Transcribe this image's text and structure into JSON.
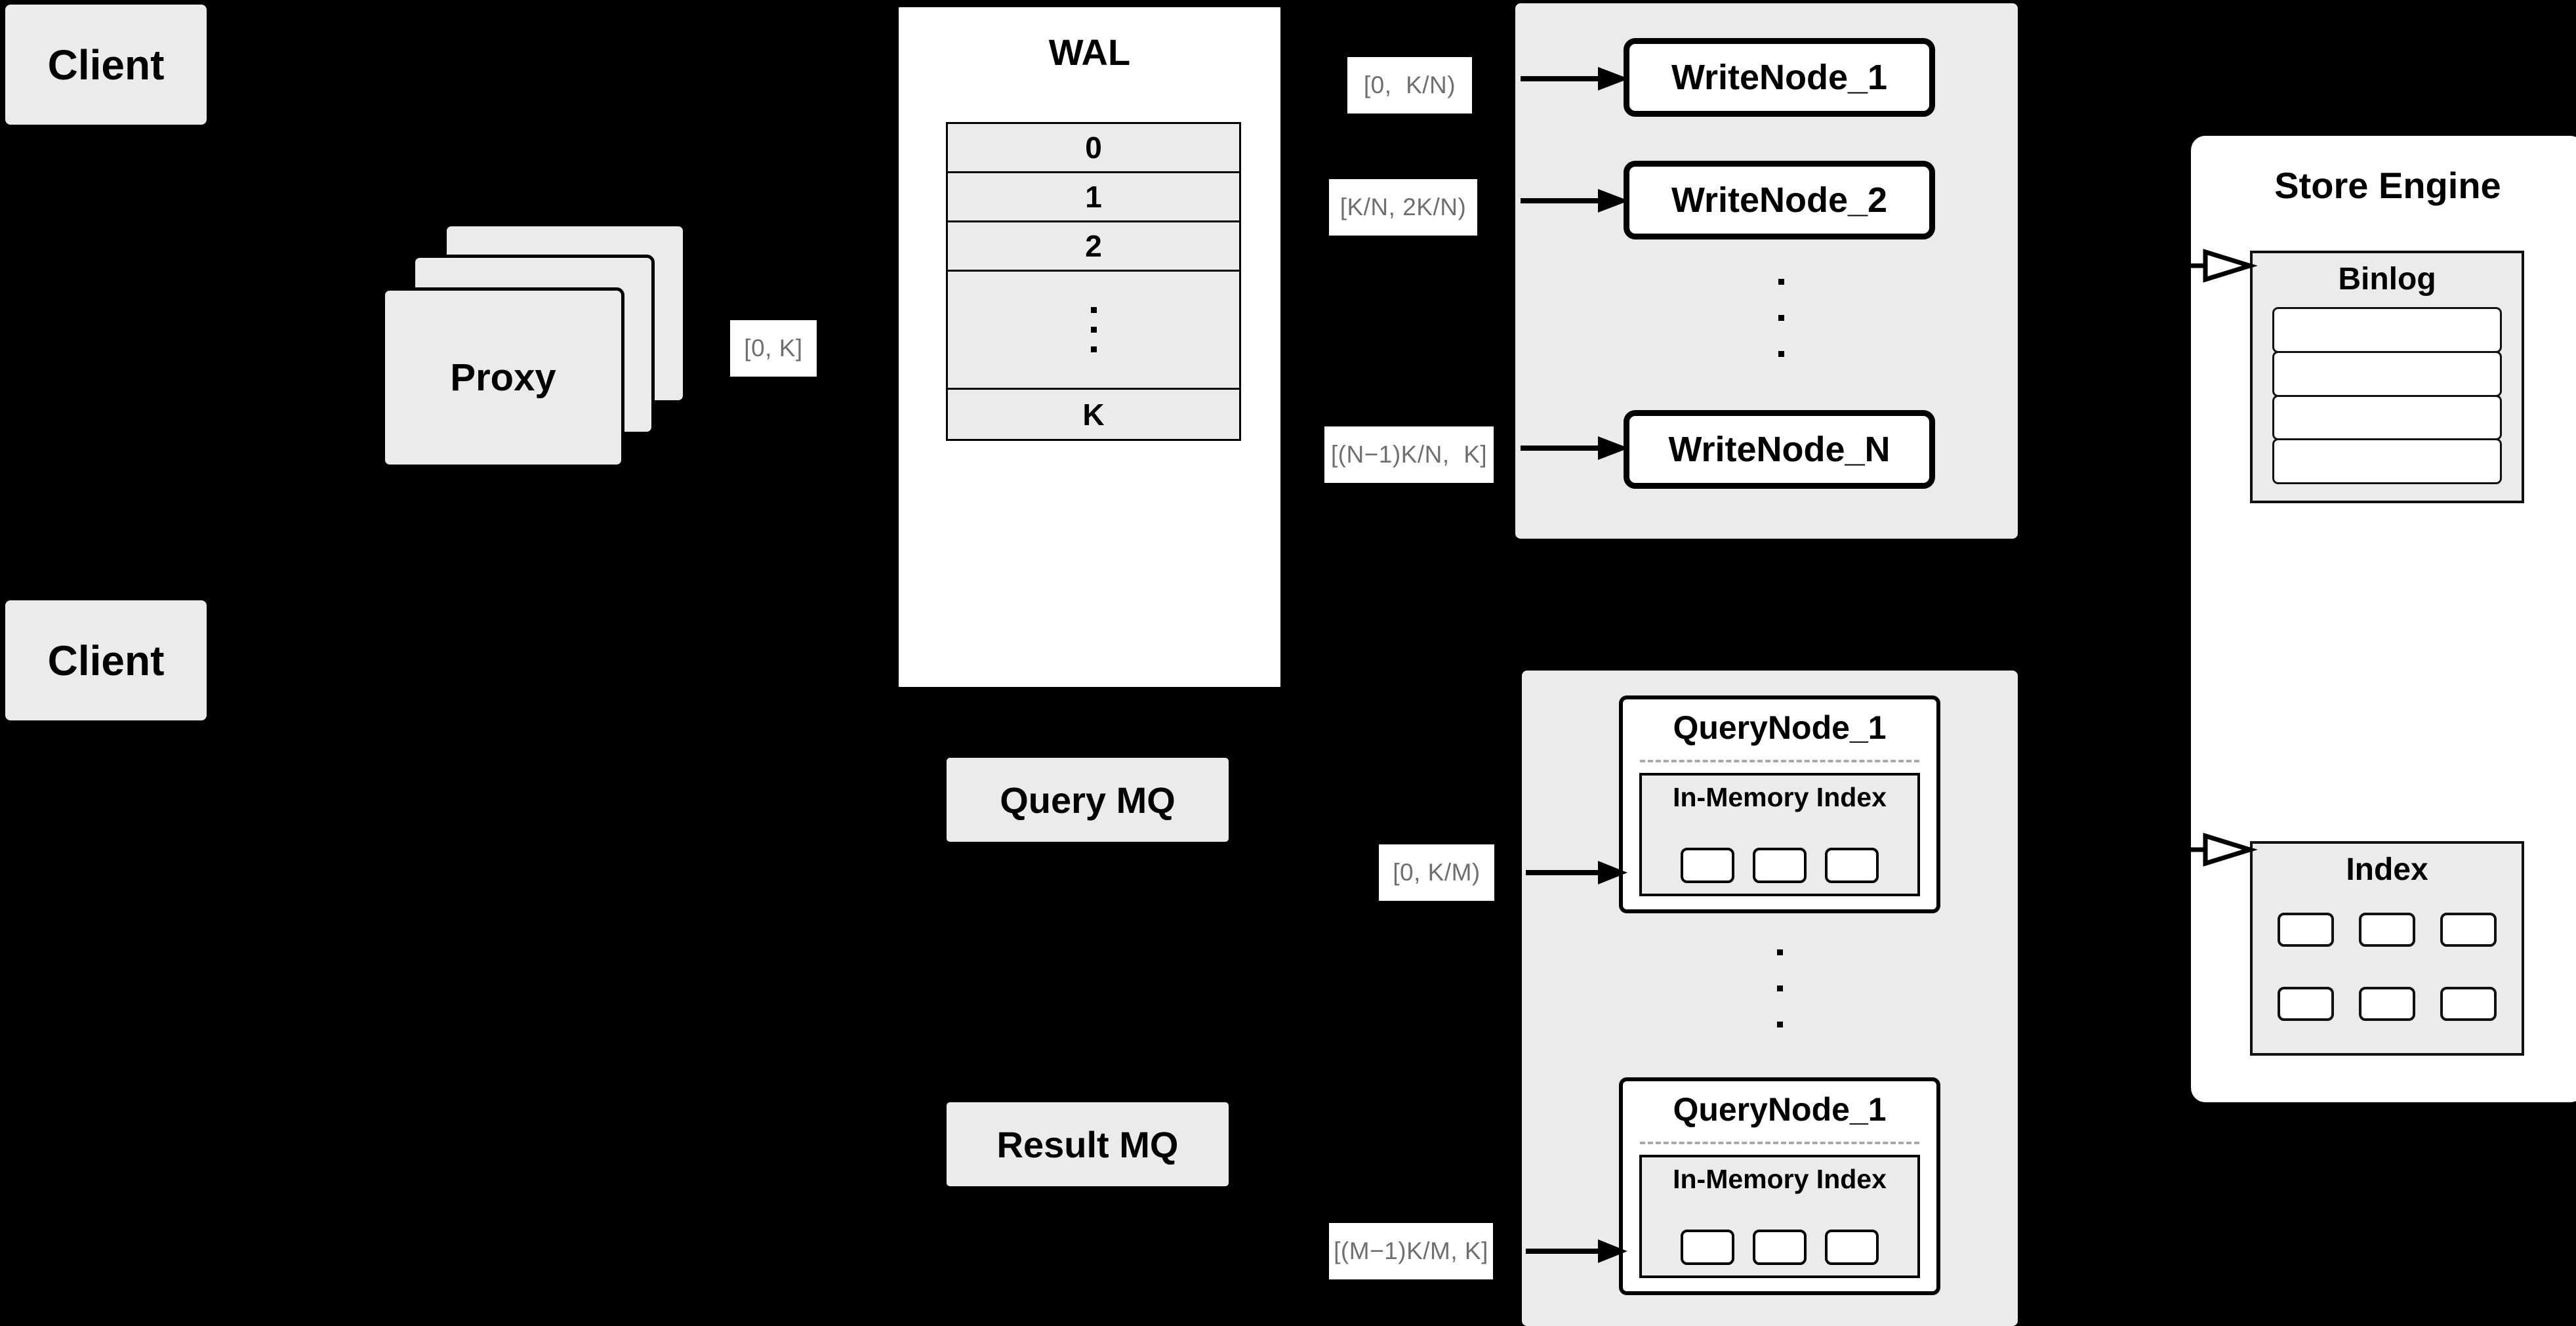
{
  "diagram": {
    "title": "Distributed vector store write/query architecture",
    "background_color": "#000000",
    "fill_gray": "#ebebeb",
    "fill_white": "#ffffff",
    "stroke_black": "#000000",
    "label_text_color": "#6f6f6f"
  },
  "clients": [
    {
      "label": "Client"
    },
    {
      "label": "Client"
    }
  ],
  "proxy": {
    "label": "Proxy",
    "stack_count": 3
  },
  "wal": {
    "title": "WAL",
    "rows": [
      "0",
      "1",
      "2",
      "…",
      "K"
    ],
    "ellipsis_row_index": 3,
    "ellipsis_dots": 3
  },
  "mq": {
    "query": "Query MQ",
    "result": "Result MQ"
  },
  "range_labels": {
    "proxy_to_wal": "[0, K]",
    "write_node_1": "[0,  K/N)",
    "write_node_2": "[K/N, 2K/N)",
    "write_node_n": "[(N−1)K/N,  K]",
    "query_node_1": "[0, K/M)",
    "query_node_m": "[(M−1)K/M, K]"
  },
  "write_cluster": {
    "nodes": [
      {
        "label": "WriteNode_1"
      },
      {
        "label": "WriteNode_2"
      },
      {
        "label": "WriteNode_N"
      }
    ],
    "ellipsis_dots": 3
  },
  "query_cluster": {
    "nodes": [
      {
        "label": "QueryNode_1",
        "index_title": "In-Memory Index",
        "index_cells": 3
      },
      {
        "label": "QueryNode_1",
        "index_title": "In-Memory Index",
        "index_cells": 3
      }
    ],
    "ellipsis_dots": 3
  },
  "store_engine": {
    "title": "Store Engine",
    "binlog": {
      "title": "Binlog",
      "rows": 4
    },
    "index": {
      "title": "Index",
      "cells": 6,
      "columns": 3,
      "rows": 2
    }
  }
}
